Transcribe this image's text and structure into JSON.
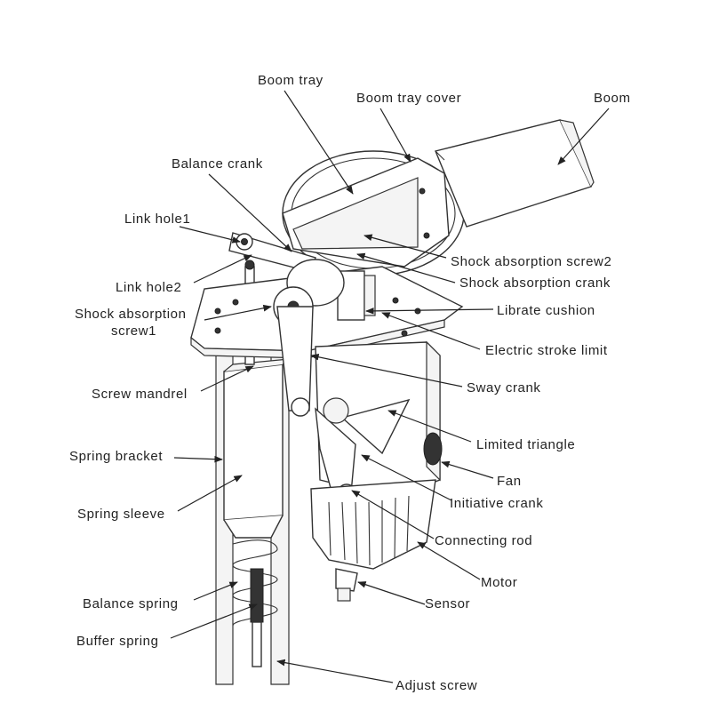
{
  "diagram": {
    "labels": {
      "boom_tray": "Boom tray",
      "boom_tray_cover": "Boom tray cover",
      "boom": "Boom",
      "balance_crank": "Balance crank",
      "link_hole1": "Link hole1",
      "link_hole2": "Link hole2",
      "shock_absorption_screw1_line1": "Shock absorption",
      "shock_absorption_screw1_line2": "screw1",
      "screw_mandrel": "Screw mandrel",
      "spring_bracket": "Spring bracket",
      "spring_sleeve": "Spring sleeve",
      "balance_spring": "Balance spring",
      "buffer_spring": "Buffer spring",
      "adjust_screw": "Adjust screw",
      "shock_absorption_screw2": "Shock absorption screw2",
      "shock_absorption_crank": "Shock absorption crank",
      "librate_cushion": "Librate cushion",
      "electric_stroke_limit": "Electric stroke limit",
      "sway_crank": "Sway crank",
      "limited_triangle": "Limited triangle",
      "fan": "Fan",
      "initiative_crank": "Initiative crank",
      "connecting_rod": "Connecting rod",
      "motor": "Motor",
      "sensor": "Sensor"
    },
    "colors": {
      "line": "#333333",
      "text": "#222222",
      "background": "#ffffff"
    }
  }
}
